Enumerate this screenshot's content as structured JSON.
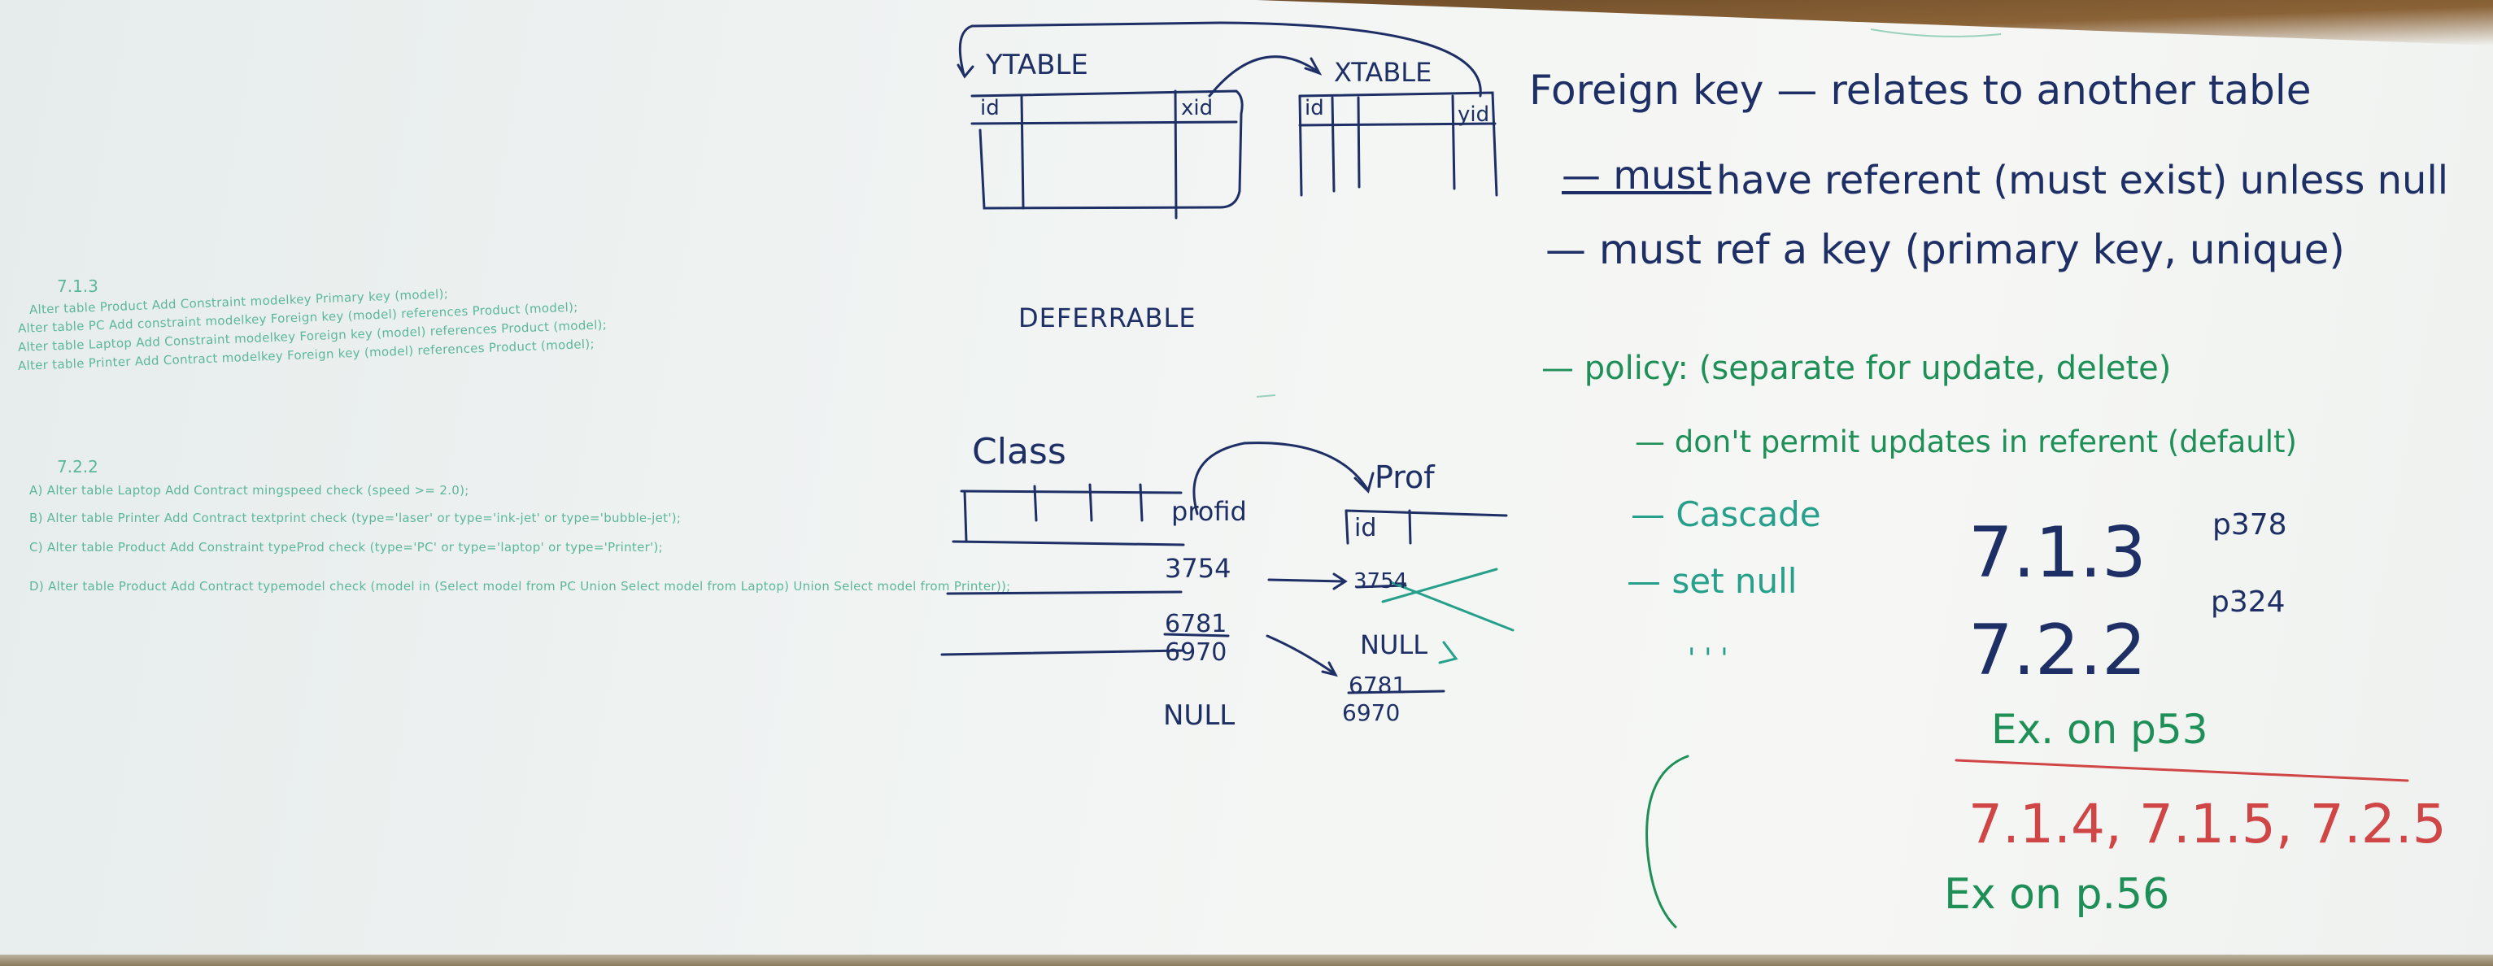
{
  "left_notes": {
    "heading1": "7.1.3",
    "lines1": [
      "Alter table Product Add Constraint modelkey Primary key (model);",
      "Alter table PC Add constraint modelkey Foreign key (model) references Product (model);",
      "Alter table Laptop Add Constraint modelkey Foreign key (model) references Product (model);",
      "Alter table Printer Add Contract modelkey Foreign key (model) references Product (model);"
    ],
    "heading2": "7.2.2",
    "lines2": [
      "A) Alter table Laptop Add Contract mingspeed check (speed >= 2.0);",
      "B) Alter table Printer Add Contract textprint check (type='laser' or type='ink-jet' or type='bubble-jet');",
      "C) Alter table Product Add Constraint typeProd check (type='PC' or type='laptop' or type='Printer');",
      "D) Alter table Product Add Contract typemodel check (model in (Select model from PC Union Select model from Laptop) Union Select model from Printer));"
    ]
  },
  "diagram": {
    "ytable": "YTABLE",
    "xtable": "XTABLE",
    "ytable_cols": [
      "id",
      "xid"
    ],
    "xtable_cols": [
      "id",
      "yid"
    ],
    "deferrable": "DEFERRABLE",
    "class_label": "Class",
    "prof_label": "Prof",
    "profid_col": "profid",
    "prof_id_col": "id",
    "class_values": [
      "3754",
      "6781",
      "6970",
      "NULL"
    ],
    "prof_values": [
      "3754",
      "NULL",
      "6781",
      "6970"
    ]
  },
  "right_notes": {
    "title": "Foreign key — relates to another table",
    "bullet1_a": "— must",
    "bullet1_b": "have referent (must exist) unless null",
    "bullet2": "— must ref a key (primary key, unique)",
    "policy": "— policy: (separate for update, delete)",
    "opt1": "— don't permit updates in referent (default)",
    "opt2": "— Cascade",
    "opt3": "— set null",
    "ditto": "'   '   '",
    "ex1": "7.1.3",
    "ex1_page": "p378",
    "ex2": "7.2.2",
    "ex2_page": "p324",
    "ex_on_1": "Ex. on p53",
    "red_exercises": "7.1.4, 7.1.5, 7.2.5",
    "ex_on_2": "Ex on p.56"
  },
  "colors": {
    "navy_marker": "#1e2f66",
    "green_marker": "#1f8f58",
    "teal_marker": "#27a08b",
    "red_marker": "#d04545",
    "board": "#f2f4f2",
    "frame": "#7a5a35"
  }
}
